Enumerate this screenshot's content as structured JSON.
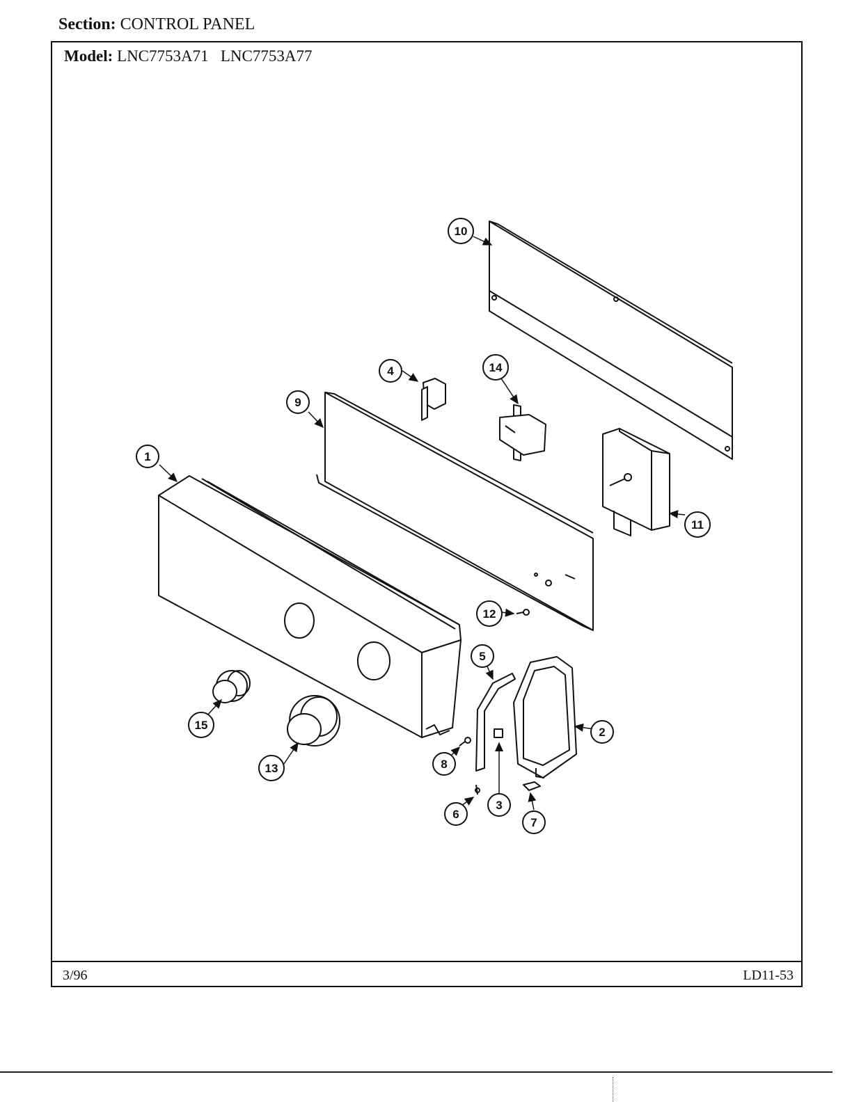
{
  "header": {
    "section_label": "Section:",
    "section_value": "CONTROL PANEL",
    "model_label": "Model:",
    "model_values": "LNC7753A71   LNC7753A77"
  },
  "footer": {
    "date": "3/96",
    "code": "LD11-53"
  },
  "callouts": [
    "1",
    "2",
    "3",
    "4",
    "5",
    "6",
    "7",
    "8",
    "9",
    "10",
    "11",
    "12",
    "13",
    "14",
    "15"
  ]
}
